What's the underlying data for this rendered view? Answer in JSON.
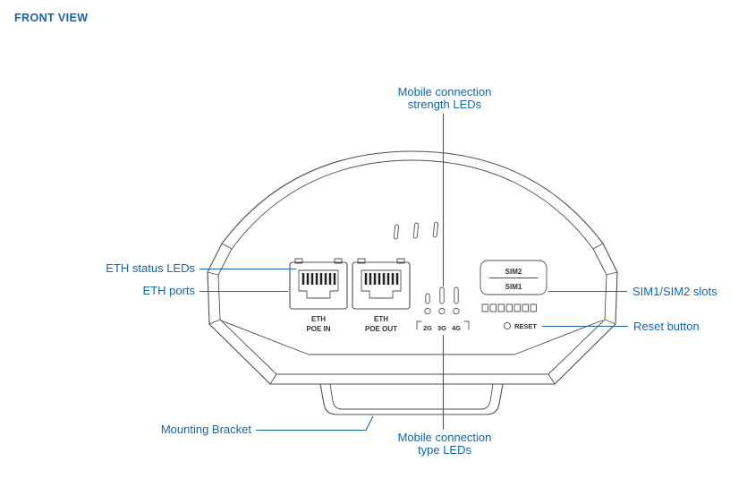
{
  "title": "FRONT VIEW",
  "colors": {
    "accent": "#1365a8",
    "device_line": "#4f4f4f",
    "device_text": "#333333"
  },
  "callouts": {
    "mobile_strength": {
      "line1": "Mobile connection",
      "line2": "strength LEDs"
    },
    "eth_status": "ETH status LEDs",
    "eth_ports": "ETH ports",
    "sim_slots": "SIM1/SIM2 slots",
    "reset": "Reset button",
    "mounting": "Mounting Bracket",
    "mobile_type": {
      "line1": "Mobile connection",
      "line2": "type LEDs"
    }
  },
  "device": {
    "port1": {
      "line1": "ETH",
      "line2": "POE IN"
    },
    "port2": {
      "line1": "ETH",
      "line2": "POE OUT"
    },
    "sim_top": "SIM2",
    "sim_bottom": "SIM1",
    "reset": "RESET",
    "led_labels": [
      "2G",
      "3G",
      "4G"
    ]
  }
}
